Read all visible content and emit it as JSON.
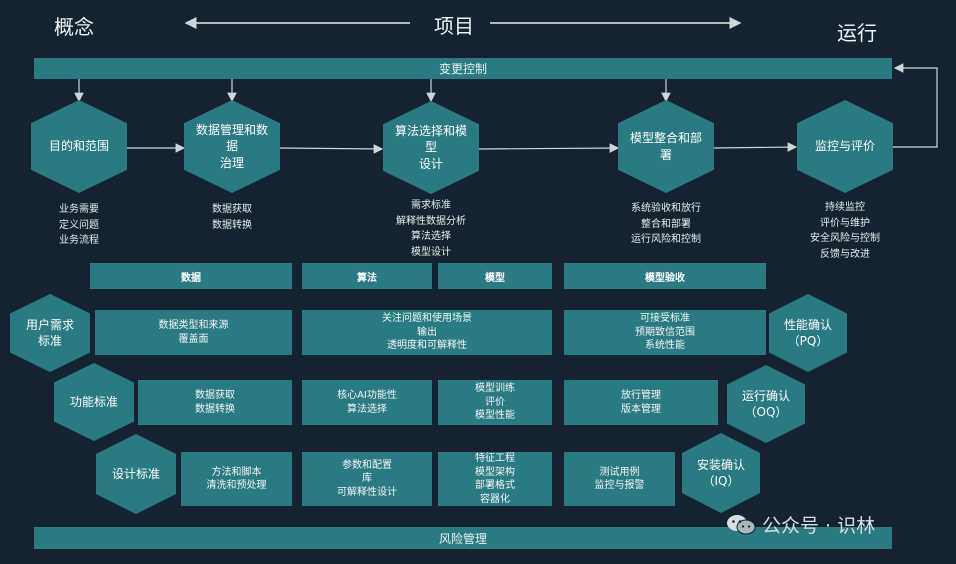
{
  "phases": {
    "concept": "概念",
    "project": "项目",
    "operation": "运行"
  },
  "change_control": "变更控制",
  "risk_management": "风险管理",
  "stages": [
    {
      "title": "目的和范围",
      "items": "业务需要\n定义问题\n业务流程"
    },
    {
      "title": "数据管理和数据\n治理",
      "items": "数据获取\n数据转换"
    },
    {
      "title": "算法选择和模型\n设计",
      "items": "需求标准\n解释性数据分析\n算法选择\n模型设计"
    },
    {
      "title": "模型整合和部署",
      "items": "系统验收和放行\n整合和部署\n运行风险和控制"
    },
    {
      "title": "监控与评价",
      "items": "持续监控\n评价与维护\n安全风险与控制\n反馈与改进"
    }
  ],
  "columns": [
    "数据",
    "算法",
    "模型",
    "模型验收"
  ],
  "left_levels": [
    "用户需求\n标准",
    "功能标准",
    "设计标准"
  ],
  "right_levels": [
    "性能确认\n（PQ）",
    "运行确认\n（OQ）",
    "安装确认\n（IQ）"
  ],
  "grid": {
    "row1": {
      "data": "数据类型和来源\n覆盖面",
      "algo": "关注问题和使用场景\n输出\n透明度和可解释性",
      "accept": "可接受标准\n预期致信范围\n系统性能"
    },
    "row2": {
      "data": "数据获取\n数据转换",
      "algo": "核心AI功能性\n算法选择",
      "model": "模型训练\n评价\n模型性能",
      "accept": "放行管理\n版本管理"
    },
    "row3": {
      "data": "方法和脚本\n清洗和预处理",
      "algo": "参数和配置\n库\n可解释性设计",
      "model": "特征工程\n模型架构\n部署格式\n容器化",
      "accept": "测试用例\n监控与报警"
    }
  },
  "watermark": "公众号 · 识林",
  "colors": {
    "background": "#14232f",
    "teal": "#2a7b81",
    "line": "#cfd6da"
  }
}
